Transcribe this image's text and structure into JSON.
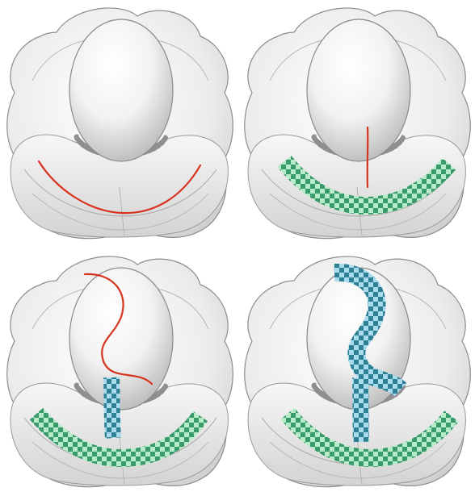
{
  "figure": {
    "panel_count": 4,
    "panels": [
      {
        "position": "top-left",
        "curves": [
          "red-arc"
        ],
        "strips": []
      },
      {
        "position": "top-right",
        "curves": [
          "red-vertical"
        ],
        "strips": [
          "green-checker-arc"
        ]
      },
      {
        "position": "bottom-left",
        "curves": [
          "red-s-curve"
        ],
        "strips": [
          "green-checker-arc",
          "blue-checker-vertical"
        ]
      },
      {
        "position": "bottom-right",
        "curves": [],
        "strips": [
          "green-checker-arc",
          "blue-checker-vertical",
          "blue-checker-s-curve"
        ]
      }
    ],
    "colors": {
      "background": "#ffffff",
      "surface_fill": "#f4f4f4",
      "surface_shade": "#d6d6d6",
      "surface_edge": "#8c8c8c",
      "curve": "#d7341f",
      "green_dark": "#3a9a6b",
      "green_light": "#b7ecc8",
      "blue_dark": "#2f7f95",
      "blue_light": "#a9dbee"
    }
  }
}
